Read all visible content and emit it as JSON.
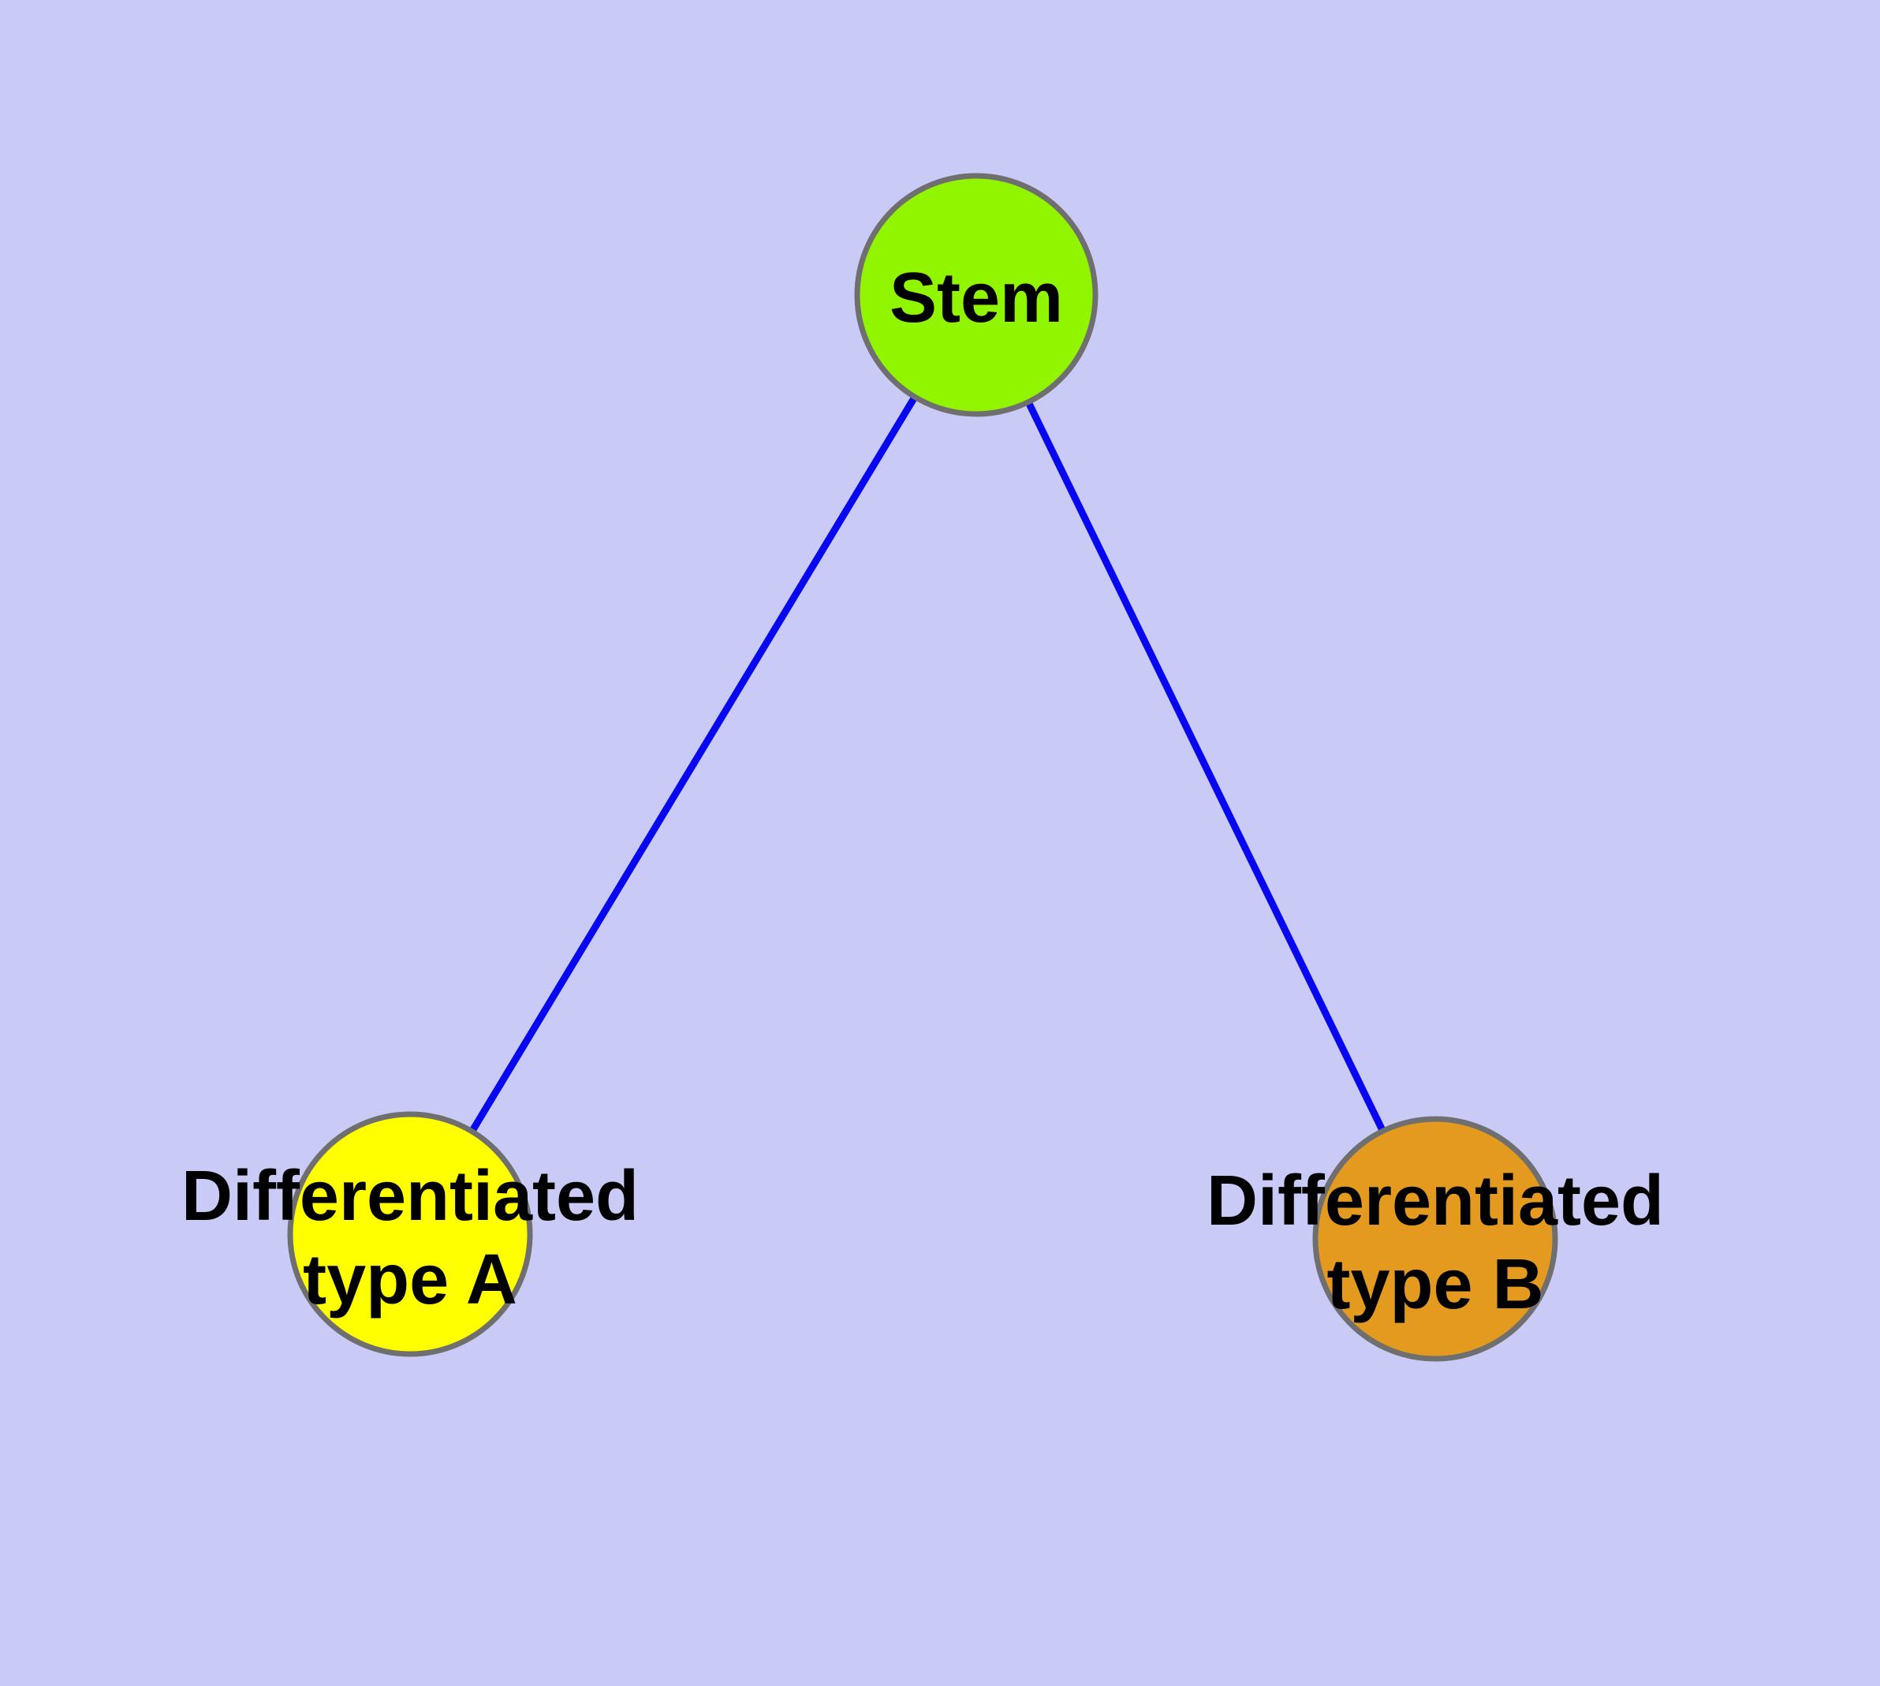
{
  "diagram": {
    "type": "graph",
    "description": "Cell differentiation diagram: a stem node branching into two differentiated cell types",
    "colors": {
      "bg": "#cacaf7",
      "edge": "#0808f0",
      "node-stroke": "#6f6f6f",
      "text": "#000000"
    },
    "nodes": [
      {
        "id": "stem",
        "label": "Stem",
        "label_lines": [
          "Stem"
        ],
        "fill": "#92f500"
      },
      {
        "id": "differentiated-type-a",
        "label": "Differentiated type A",
        "label_lines": [
          "Differentiated",
          "type A"
        ],
        "fill": "#ffff00"
      },
      {
        "id": "differentiated-type-b",
        "label": "Differentiated type B",
        "label_lines": [
          "Differentiated",
          "type B"
        ],
        "fill": "#e39a1f"
      }
    ],
    "edges": [
      {
        "from": "Stem",
        "to": "Differentiated type A"
      },
      {
        "from": "Stem",
        "to": "Differentiated type B"
      }
    ]
  }
}
